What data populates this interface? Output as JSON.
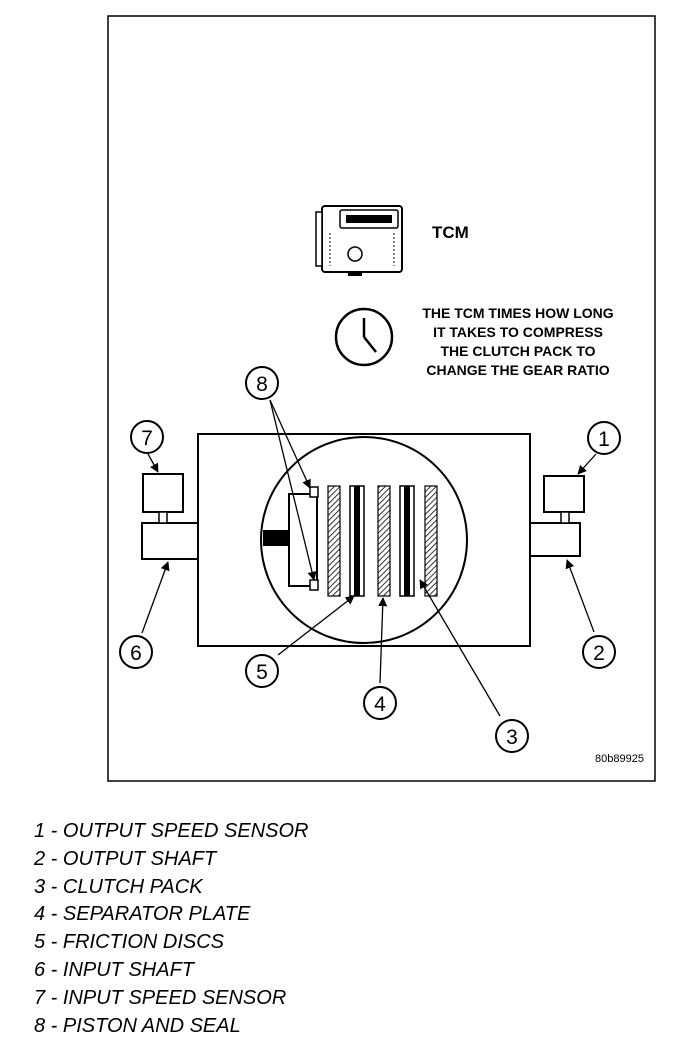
{
  "diagram": {
    "tcm_label": "TCM",
    "note_lines": [
      "THE TCM TIMES HOW LONG",
      "IT TAKES TO COMPRESS",
      "THE CLUTCH PACK TO",
      "CHANGE THE GEAR RATIO"
    ],
    "callouts": [
      "1",
      "2",
      "3",
      "4",
      "5",
      "6",
      "7",
      "8"
    ],
    "figure_id": "80b89925"
  },
  "legend": [
    "1 - OUTPUT SPEED SENSOR",
    "2 - OUTPUT SHAFT",
    "3 - CLUTCH PACK",
    "4 - SEPARATOR PLATE",
    "5 - FRICTION DISCS",
    "6 - INPUT SHAFT",
    "7 - INPUT SPEED SENSOR",
    "8 - PISTON AND SEAL"
  ]
}
